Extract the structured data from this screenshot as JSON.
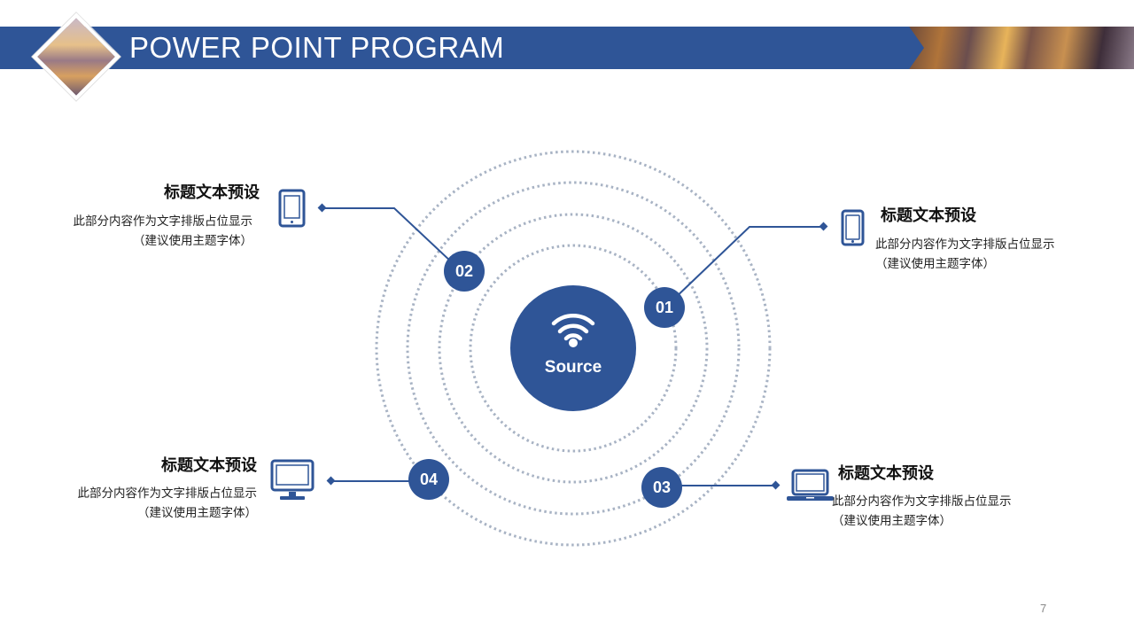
{
  "header": {
    "title": "POWER POINT PROGRAM",
    "accent_color": "#2f5597"
  },
  "center": {
    "icon": "wifi-icon",
    "label": "Source"
  },
  "items": [
    {
      "number": "01",
      "icon": "smartphone-icon",
      "title": "标题文本预设",
      "desc_line1": "此部分内容作为文字排版占位显示",
      "desc_line2": "（建议使用主题字体）"
    },
    {
      "number": "02",
      "icon": "tablet-icon",
      "title": "标题文本预设",
      "desc_line1": "此部分内容作为文字排版占位显示",
      "desc_line2": "（建议使用主题字体）"
    },
    {
      "number": "03",
      "icon": "laptop-icon",
      "title": "标题文本预设",
      "desc_line1": "此部分内容作为文字排版占位显示",
      "desc_line2": "（建议使用主题字体）"
    },
    {
      "number": "04",
      "icon": "monitor-icon",
      "title": "标题文本预设",
      "desc_line1": "此部分内容作为文字排版占位显示",
      "desc_line2": "（建议使用主题字体）"
    }
  ],
  "footer": {
    "page_number": "7"
  }
}
